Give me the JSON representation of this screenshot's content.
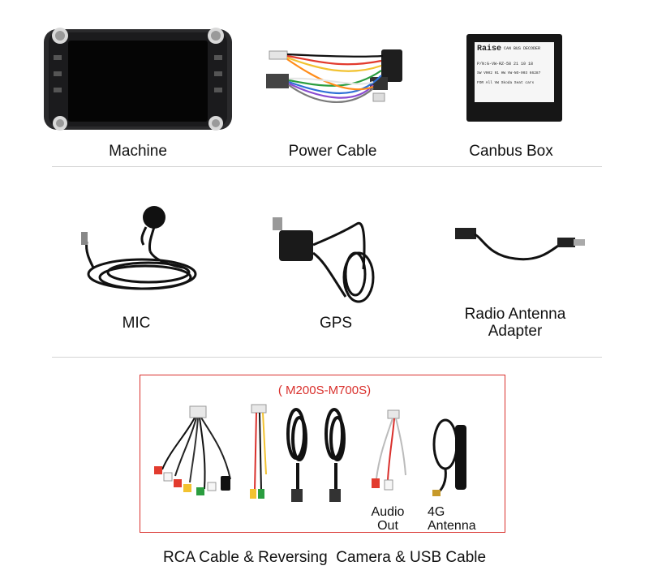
{
  "row1": {
    "items": [
      {
        "label": "Machine"
      },
      {
        "label": "Power Cable"
      },
      {
        "label": "Canbus Box"
      }
    ],
    "canbus_box_print": {
      "brand": "Raise",
      "line1": "CAN BUS DECODER",
      "line2": "P/N:G-VW-RZ-58   21 10 18",
      "line3": "SW V002 91 HW VW-NO-003 66287",
      "line4": "FOR All VW Skoda Seat cars"
    }
  },
  "row2": {
    "items": [
      {
        "label": "MIC"
      },
      {
        "label": "GPS"
      },
      {
        "label_line1": "Radio Antenna",
        "label_line2": "Adapter"
      }
    ]
  },
  "row3": {
    "model_range": "( M200S-M700S)",
    "audio_out_line1": "Audio",
    "audio_out_line2": "Out",
    "antenna_line1": "4G",
    "antenna_line2": "Antenna",
    "caption": "RCA Cable & Reversing  Camera & USB Cable"
  },
  "colors": {
    "accent_red": "#d9302c",
    "divider": "#d4d4d4"
  }
}
